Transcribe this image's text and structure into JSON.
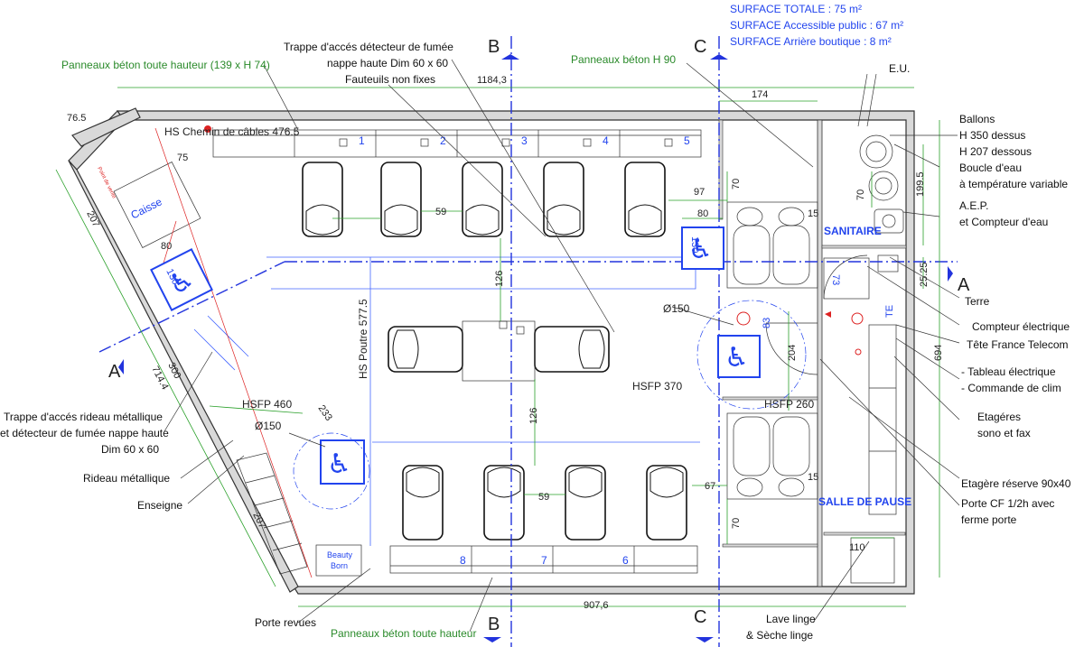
{
  "surface": {
    "total": "SURFACE TOTALE : 75 m²",
    "public": "SURFACE Accessible public : 67 m²",
    "back": "SURFACE Arrière boutique : 8 m²"
  },
  "labels": {
    "panneaux_top": "Panneaux béton toute hauteur (139 x H 74)",
    "trappe_top_1": "Trappe d'accés détecteur de fumée",
    "trappe_top_2": "nappe haute Dim 60 x 60",
    "fauteuils": "Fauteuils non fixes",
    "panneaux_h90": "Panneaux béton H 90",
    "eu": "E.U.",
    "ballons_1": "Ballons",
    "ballons_2": "H 350 dessus",
    "ballons_3": "H 207 dessous",
    "boucle_1": "Boucle d'eau",
    "boucle_2": "à température variable",
    "aep_1": "A.E.P.",
    "aep_2": "et Compteur d'eau",
    "terre": "Terre",
    "compteur_elec": "Compteur électrique",
    "tete_ft": "Tête France Telecom",
    "tableau_1": "- Tableau électrique",
    "tableau_2": "- Commande de clim",
    "etageres_1": "Etagéres",
    "etageres_2": "sono et fax",
    "etagere_reserve": "Etagère réserve 90x40",
    "porte_cf_1": "Porte CF 1/2h avec",
    "porte_cf_2": "ferme porte",
    "lave_1": "Lave linge",
    "lave_2": "& Sèche linge",
    "panneaux_bottom": "Panneaux béton toute hauteur",
    "porte_revues": "Porte revues",
    "enseigne": "Enseigne",
    "rideau": "Rideau métallique",
    "trappe_left_1": "Trappe d'accés rideau métallique",
    "trappe_left_2": "et détecteur de fumée nappe haute",
    "trappe_left_3": "Dim 60 x 60",
    "hs_chemin": "HS Chemin de câbles 476.5",
    "caisse": "Caisse",
    "hs_poutre": "HS Poutre 577.5",
    "hsfp_460": "HSFP 460",
    "hsfp_370": "HSFP 370",
    "hsfp_260": "HSFP 260",
    "sanitaire": "SANITAIRE",
    "salle_pause": "SALLE DE PAUSE",
    "te": "TE",
    "beauty_1": "Beauty",
    "beauty_2": "Born",
    "phi_150_a": "Ø150",
    "phi_150_b": "Ø150",
    "axis_a": "A",
    "axis_b": "B",
    "axis_c": "C",
    "red_note": "Point de vente"
  },
  "dims": {
    "d1184": "1184,3",
    "d174": "174",
    "d765": "76.5",
    "d75": "75",
    "d207a": "207",
    "d80a": "80",
    "d130a": "130",
    "d300": "300",
    "d7144": "714.4",
    "d207b": "207",
    "d233": "233",
    "d59a": "59",
    "d126a": "126",
    "d126b": "126",
    "d59b": "59",
    "d97": "97",
    "d70a": "70",
    "d80b": "80",
    "d15a": "15",
    "d130b": "130",
    "d73": "73",
    "d83": "83",
    "d204": "204",
    "d15b": "15",
    "d67": "67",
    "d70b": "70",
    "d110": "110",
    "d9076": "907,6",
    "d1995": "199.5",
    "d70c": "70",
    "d2525": "25.25",
    "d694": "694"
  },
  "stations": [
    "1",
    "2",
    "3",
    "4",
    "5",
    "8",
    "7",
    "6"
  ],
  "colors": {
    "dimension": "#2a8a2a",
    "annotation_blue": "#2244ee",
    "axis": "#2233dd",
    "wall": "#d9d9d9"
  }
}
